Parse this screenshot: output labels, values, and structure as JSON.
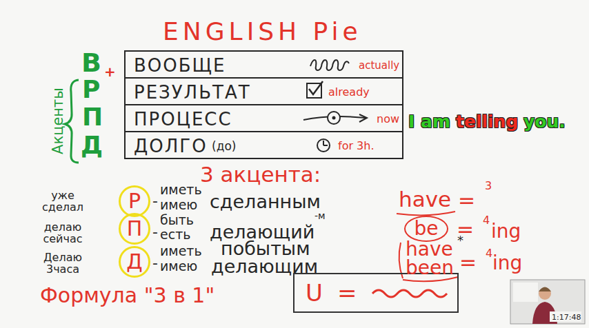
{
  "diagram": {
    "title": "ENGLISH Pie",
    "nodes": [
      {
        "text": [
          "ВООБЩЕ",
          "actually"
        ]
      },
      {
        "text": [
          "РЕЗУЛЬТАТ",
          "already"
        ]
      },
      {
        "text": [
          "ПРОЦЕСС",
          "now"
        ]
      },
      {
        "text": [
          "ДОЛГО",
          "(до)",
          "for 3h."
        ]
      },
      {
        "text": [
          "Р"
        ]
      },
      {
        "text": [
          "П"
        ]
      },
      {
        "text": [
          "Д"
        ]
      },
      {
        "text": [
          "be"
        ]
      },
      {
        "text": [
          "U",
          "="
        ]
      }
    ],
    "labels": [
      "В",
      "+",
      "Р",
      "П",
      "Д",
      "Акценты",
      "I am",
      "telling",
      "you.",
      "3 акцента:",
      "уже сделал",
      "-",
      "иметь",
      "имею",
      "сделанным",
      "have",
      "=",
      "3",
      "делаю сейчас",
      "-",
      "быть",
      "есть",
      "делающий",
      "-м",
      "=",
      "4",
      "ing",
      "Делаю 3часа",
      "-",
      "иметь",
      "имею",
      "побытым",
      "делающим",
      "have",
      "*",
      "been",
      "=",
      "4",
      "ing",
      "Формула \"3 в 1\"",
      "1:17:48"
    ]
  }
}
